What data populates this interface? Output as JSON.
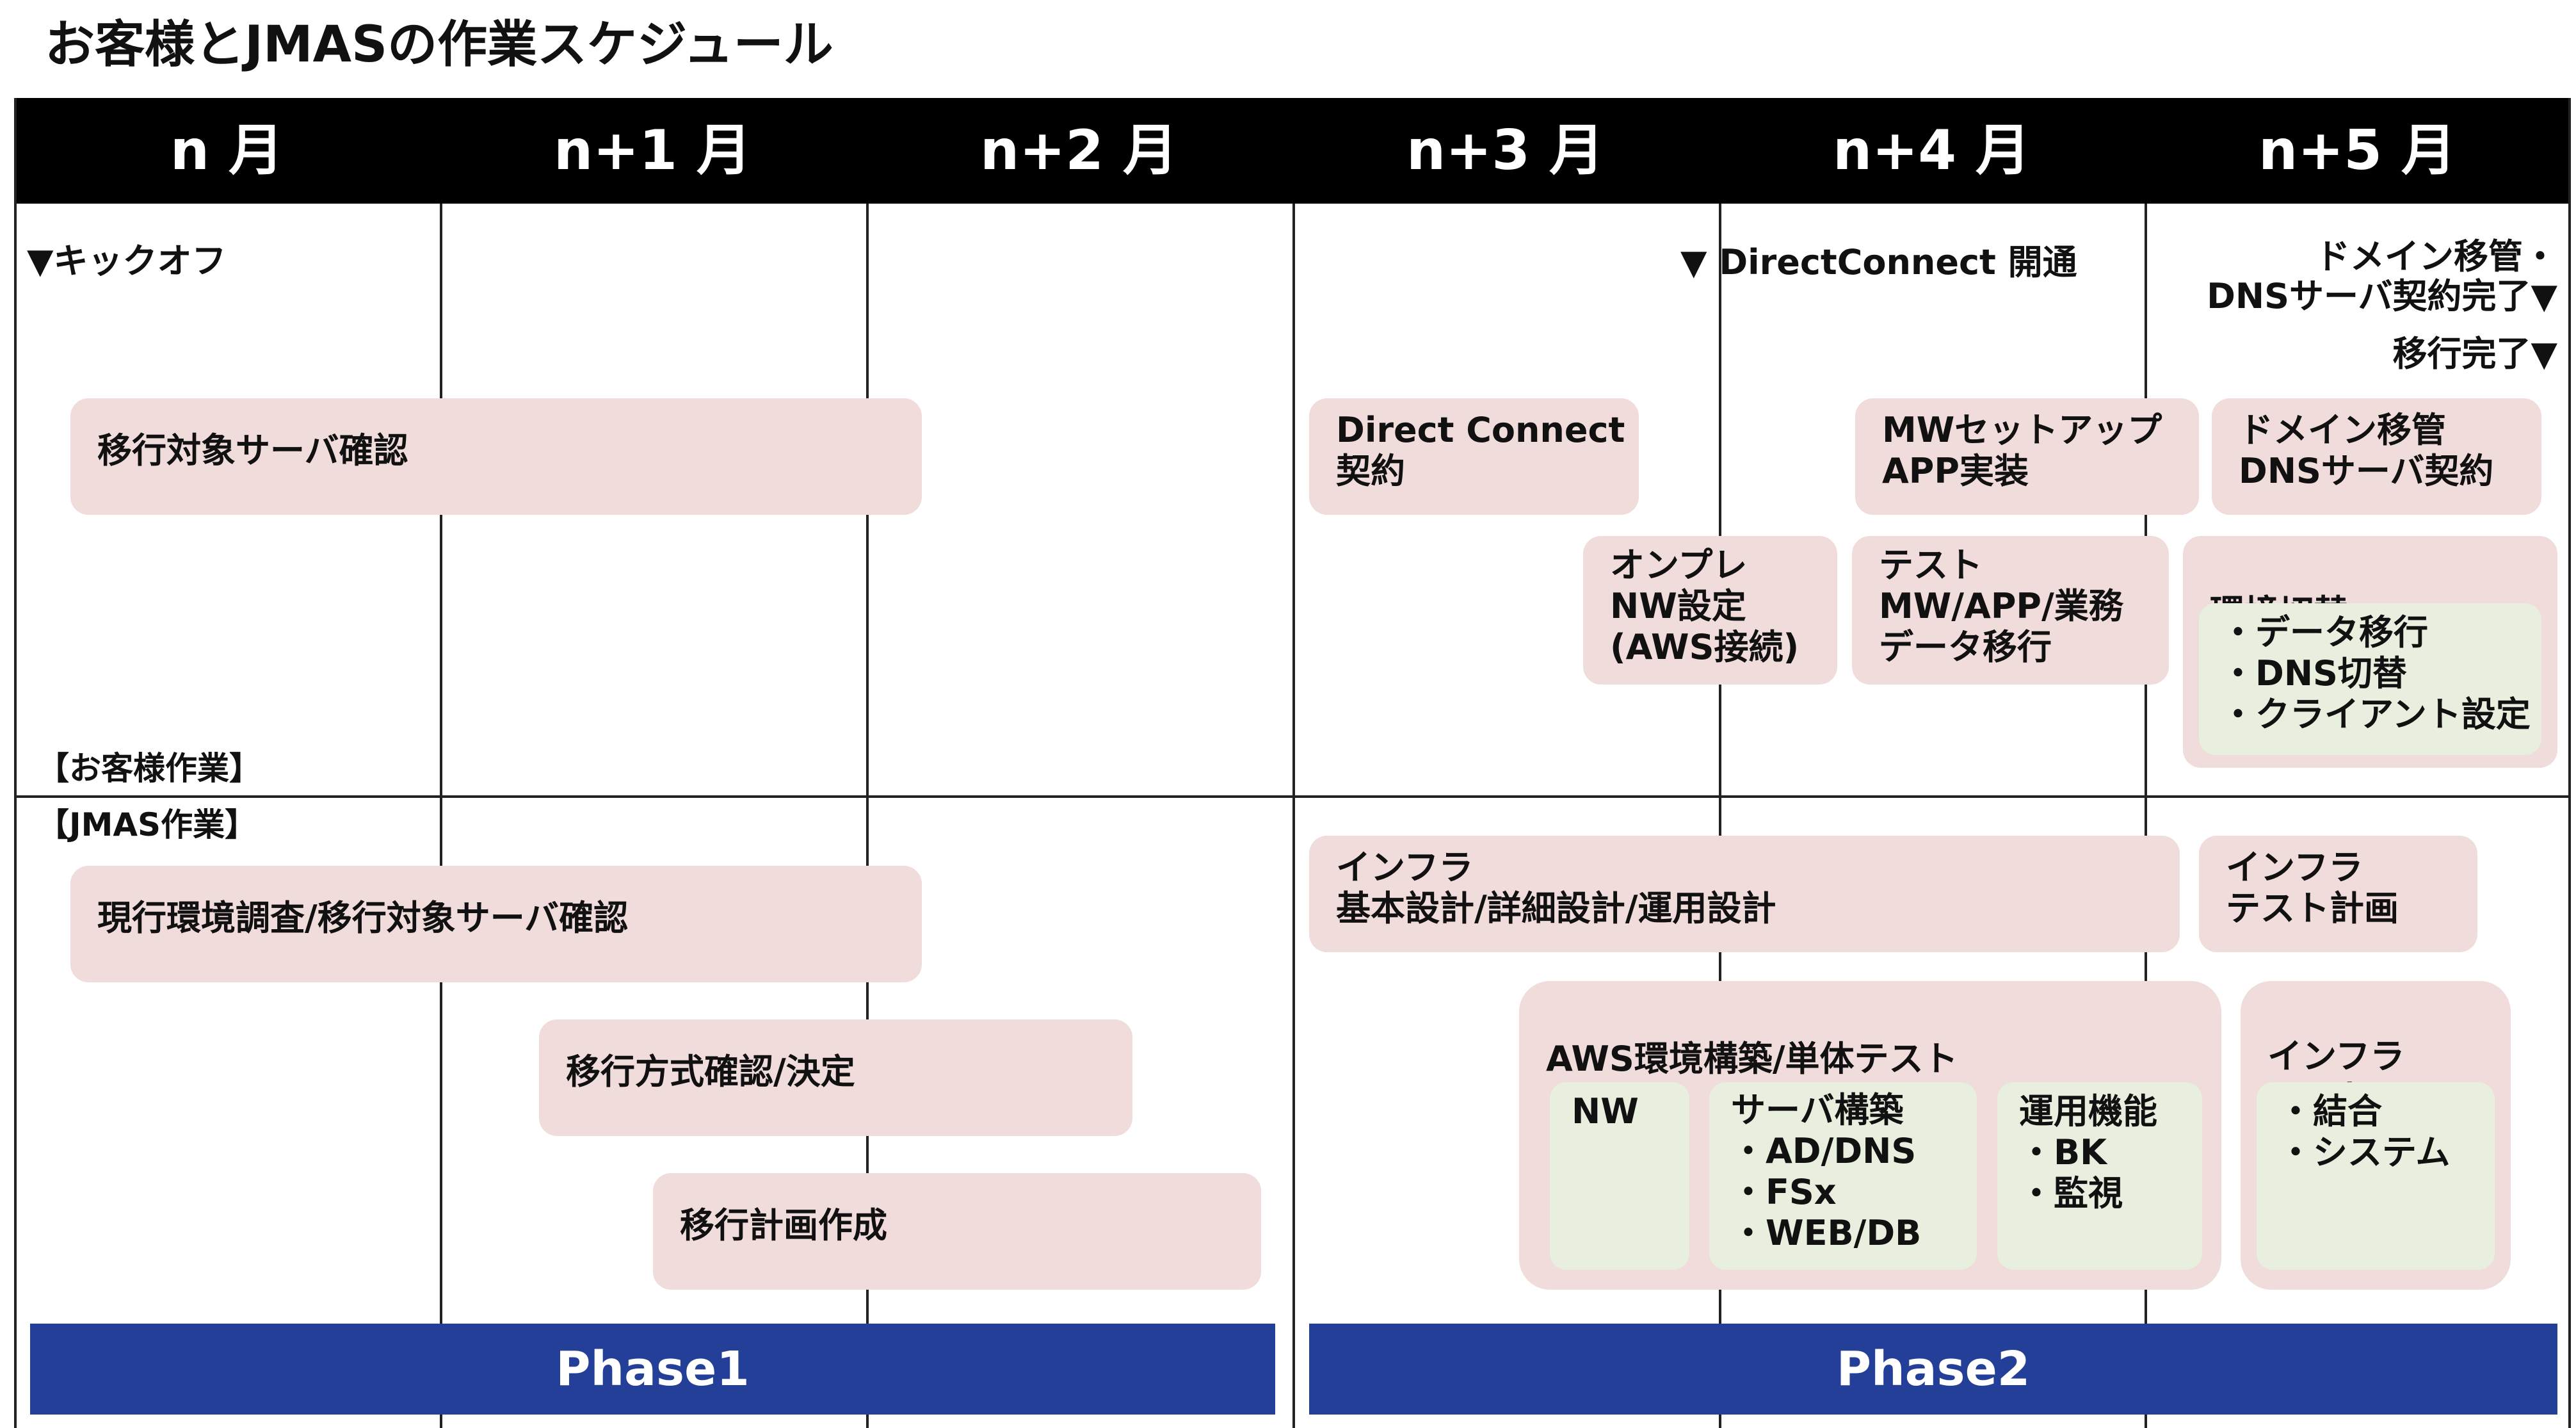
{
  "page": {
    "title": "お客様とJMASの作業スケジュール"
  },
  "months": [
    "n 月",
    "n+1 月",
    "n+2 月",
    "n+3 月",
    "n+4 月",
    "n+5 月"
  ],
  "milestones": {
    "kickoff": "▼キックオフ",
    "direct_connect": "▼ DirectConnect 開通",
    "domain_transfer": "ドメイン移管・\nDNSサーバ契約完了▼",
    "migration_done": "移行完了▼"
  },
  "sections": {
    "customer": "【お客様作業】",
    "jmas": "【JMAS作業】"
  },
  "customer_tasks": {
    "confirm_servers": "移行対象サーバ確認",
    "direct_connect_contract": "Direct Connect\n契約",
    "mw_setup": "MWセットアップ\nAPP実装",
    "domain_dns": "ドメイン移管\nDNSサーバ契約",
    "onprem_nw": "オンプレ\nNW設定\n(AWS接続)",
    "test": "テスト\nMW/APP/業務\nデータ移行",
    "env_switch": {
      "label": "環境切替",
      "items": "・データ移行\n・DNS切替\n・クライアント設定"
    }
  },
  "jmas_tasks": {
    "survey": "現行環境調査/移行対象サーバ確認",
    "method": "移行方式確認/決定",
    "plan": "移行計画作成",
    "infra_design": "インフラ\n基本設計/詳細設計/運用設計",
    "infra_test_plan": "インフラ\nテスト計画",
    "aws_build": {
      "label": "AWS環境構築/単体テスト",
      "nw": "NW",
      "server": "サーバ構築\n・AD/DNS\n・FSx\n・WEB/DB",
      "ops": "運用機能\n・BK\n・監視"
    },
    "infra_test": {
      "label": "インフラ\nテスト",
      "items": "・結合\n・システム"
    }
  },
  "phases": [
    "Phase1",
    "Phase2"
  ],
  "colors": {
    "task_fill": "#f1dcdc",
    "subtask_fill": "#e9efdf",
    "phase_fill": "#233f97",
    "header_fill": "#000000"
  }
}
